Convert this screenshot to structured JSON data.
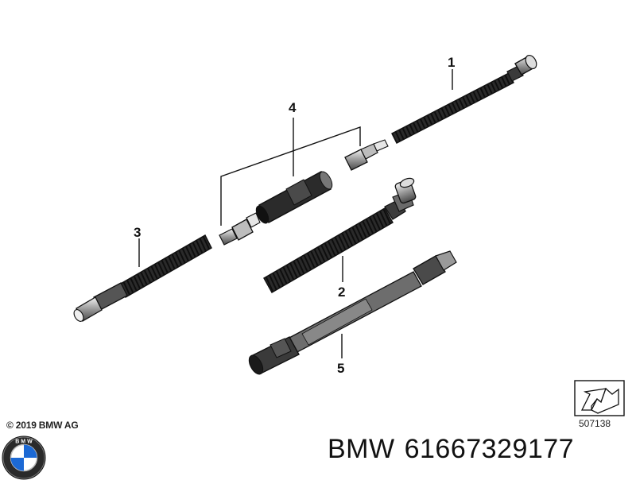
{
  "diagram": {
    "callouts": [
      "1",
      "2",
      "3",
      "4",
      "5"
    ],
    "copyright": "© 2019 BMW AG",
    "diagram_number": "507138"
  },
  "footer": {
    "brand": "BMW",
    "part_number": "61667329177"
  },
  "colors": {
    "line": "#111111",
    "part_dark": "#1a1a1a",
    "part_mid": "#5a5a5a",
    "part_light": "#c8c8c8",
    "bmw_blue": "#1c69d4"
  },
  "icons": [
    "bmw-logo-icon",
    "direction-arrow-icon"
  ]
}
